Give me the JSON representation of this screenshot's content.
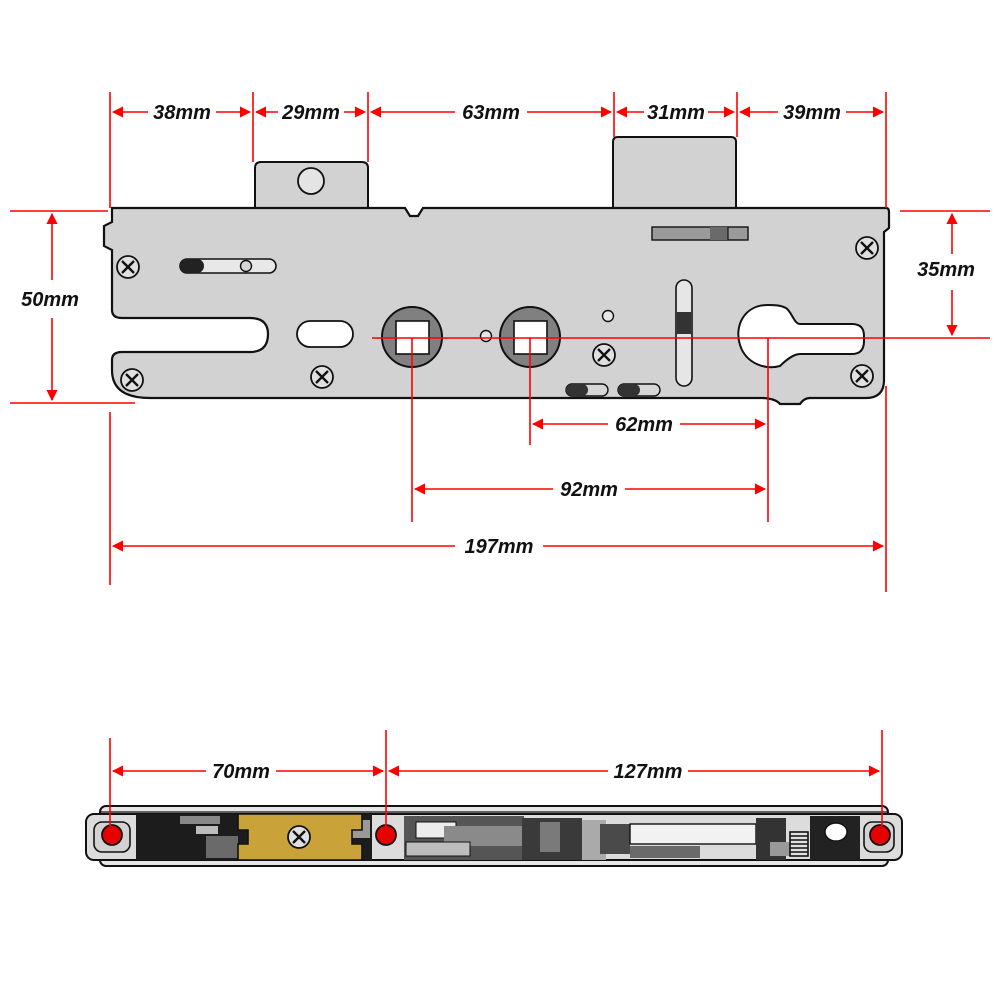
{
  "colors": {
    "dimension_line": "#ff0000",
    "plate_fill": "#d2d2d2",
    "outline": "#111111",
    "brass_plate": "#c9a23a",
    "marker_dot": "#e60000"
  },
  "front_view": {
    "top_dimensions": [
      "38mm",
      "29mm",
      "63mm",
      "31mm",
      "39mm"
    ],
    "left_height": "50mm",
    "right_backset": "35mm",
    "centre_lower": "62mm",
    "centre_upper": "92mm",
    "overall_length": "197mm"
  },
  "edge_view": {
    "dimensions": [
      "70mm",
      "127mm"
    ]
  },
  "icons": {
    "screw": "cross-screw-icon",
    "marker": "red-dot-marker"
  }
}
